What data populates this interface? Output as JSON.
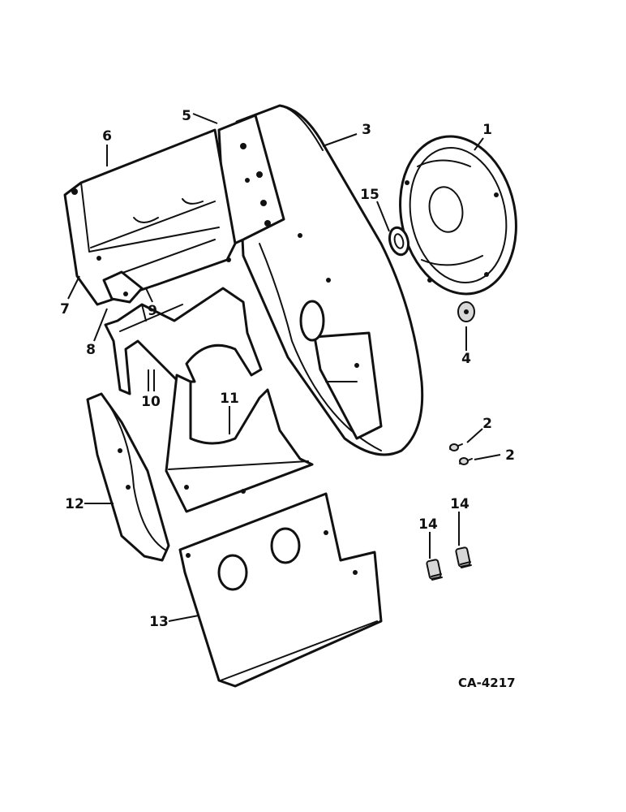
{
  "callouts": {
    "c1": "1",
    "c2a": "2",
    "c2b": "2",
    "c3": "3",
    "c4": "4",
    "c5": "5",
    "c6": "6",
    "c7": "7",
    "c8": "8",
    "c9": "9",
    "c10": "10",
    "c11": "11",
    "c12": "12",
    "c13": "13",
    "c14a": "14",
    "c14b": "14",
    "c15": "15"
  },
  "reference_code": "CA-4217"
}
